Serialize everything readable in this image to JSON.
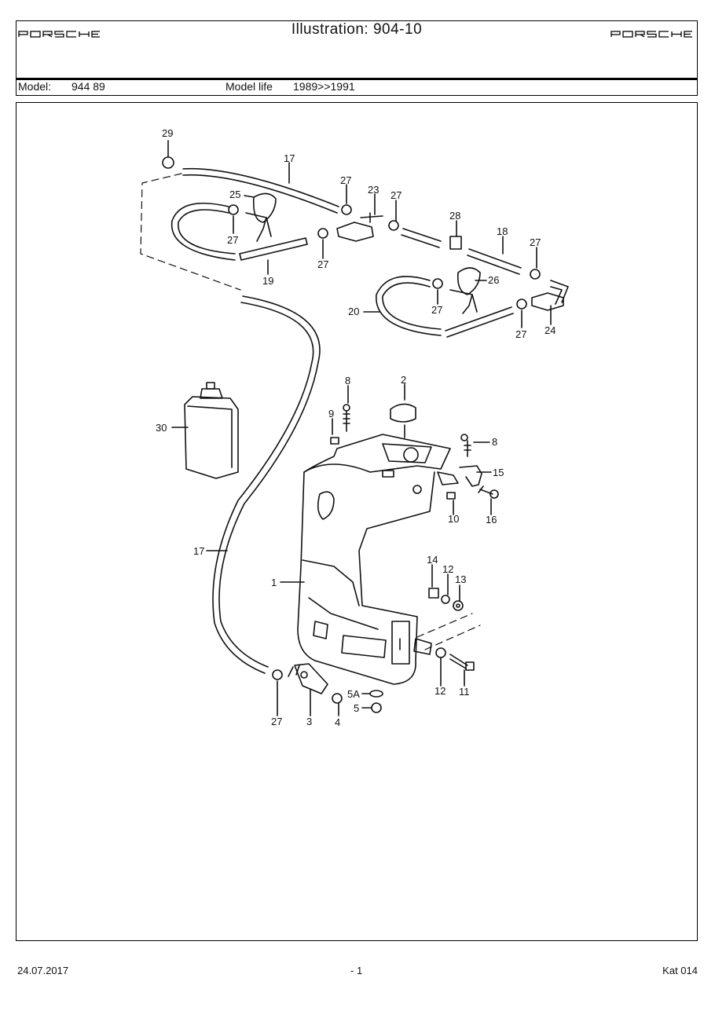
{
  "header": {
    "logo_left": "PORSCHE",
    "logo_right": "PORSCHE",
    "title": "Illustration: 904-10",
    "model_label": "Model:",
    "model_value": "944 89",
    "model_life_label": "Model life",
    "model_life_value": "1989>>1991"
  },
  "diagram": {
    "callouts": [
      "29",
      "17",
      "27",
      "23",
      "27",
      "25",
      "27",
      "27",
      "28",
      "18",
      "27",
      "19",
      "26",
      "20",
      "27",
      "27",
      "24",
      "8",
      "2",
      "9",
      "8",
      "30",
      "15",
      "10",
      "16",
      "17",
      "14",
      "12",
      "13",
      "1",
      "12",
      "11",
      "5A",
      "5",
      "27",
      "3",
      "4"
    ]
  },
  "footer": {
    "date": "24.07.2017",
    "page": "- 1",
    "catalog": "Kat 014"
  }
}
